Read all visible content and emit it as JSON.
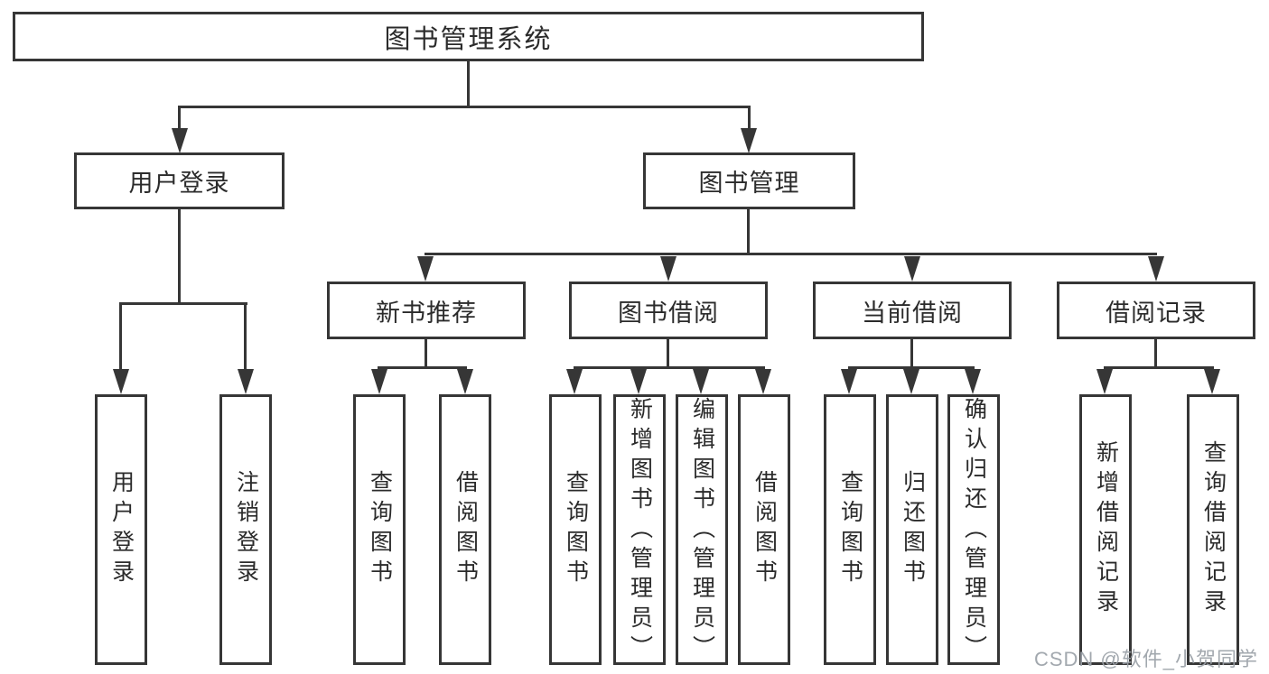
{
  "colors": {
    "line": "#363636",
    "text": "#2b2b2b",
    "background": "#ffffff",
    "watermark": "#9ba1a8"
  },
  "watermark": {
    "text": "CSDN @软件_小贺同学"
  },
  "nodes": {
    "root": {
      "label": "图书管理系统"
    },
    "user_login": {
      "label": "用户登录"
    },
    "book_management": {
      "label": "图书管理"
    },
    "new_book_recommend": {
      "label": "新书推荐"
    },
    "book_borrowing": {
      "label": "图书借阅"
    },
    "current_borrowing": {
      "label": "当前借阅"
    },
    "borrowing_records": {
      "label": "借阅记录"
    },
    "leaf_user_login": {
      "label": "用户登录"
    },
    "leaf_logout": {
      "label": "注销登录"
    },
    "leaf_rec_query_books": {
      "label": "查询图书"
    },
    "leaf_rec_borrow_books": {
      "label": "借阅图书"
    },
    "leaf_bor_query_books": {
      "label": "查询图书"
    },
    "leaf_bor_add_books": {
      "label": "新增图书（管理员）"
    },
    "leaf_bor_edit_books": {
      "label": "编辑图书（管理员）"
    },
    "leaf_bor_borrow_books": {
      "label": "借阅图书"
    },
    "leaf_cur_query_books": {
      "label": "查询图书"
    },
    "leaf_cur_return_books": {
      "label": "归还图书"
    },
    "leaf_cur_confirm_return": {
      "label": "确认归还（管理员）"
    },
    "leaf_record_add": {
      "label": "新增借阅记录"
    },
    "leaf_record_query": {
      "label": "查询借阅记录"
    }
  }
}
